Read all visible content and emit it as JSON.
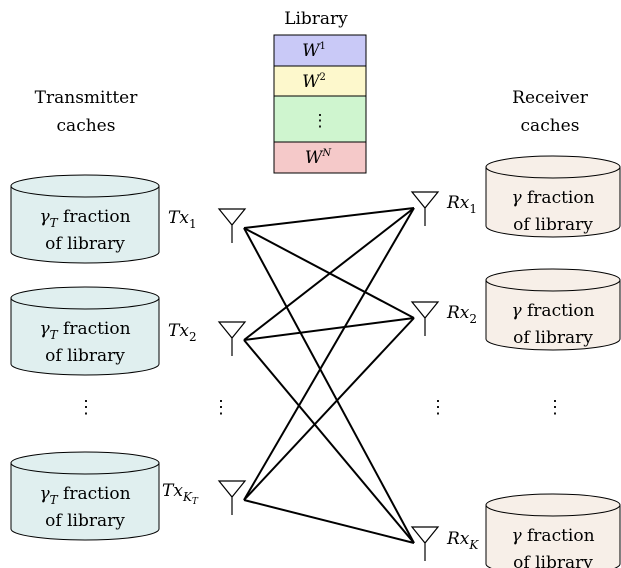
{
  "library": {
    "title": "Library",
    "items": [
      {
        "base": "W",
        "sup": "1",
        "color": "#c9c9f7"
      },
      {
        "base": "W",
        "sup": "2",
        "color": "#fdf8cc"
      },
      {
        "base": "",
        "sup": "",
        "text": "⋮",
        "color": "#cff5cf"
      },
      {
        "base": "W",
        "sup": "N",
        "color": "#f5c9c9"
      }
    ]
  },
  "transmitter": {
    "heading_line1": "Transmitter",
    "heading_line2": "caches",
    "cache_color": "#e0efef",
    "cache_line1_sym": "γ",
    "cache_line1_sub": "T",
    "cache_line1_rest": " fraction",
    "cache_line2": "of library",
    "antennas": [
      {
        "base": "Tx",
        "sub": "1",
        "subsub": ""
      },
      {
        "base": "Tx",
        "sub": "2",
        "subsub": ""
      },
      {
        "base": "Tx",
        "sub": "K",
        "subsub": "T"
      }
    ]
  },
  "receiver": {
    "heading_line1": "Receiver",
    "heading_line2": "caches",
    "cache_color": "#f7efe8",
    "cache_line1_sym": "γ",
    "cache_line1_rest": " fraction",
    "cache_line2": "of library",
    "antennas": [
      {
        "base": "Rx",
        "sub": "1"
      },
      {
        "base": "Rx",
        "sub": "2"
      },
      {
        "base": "Rx",
        "sub": "K"
      }
    ]
  },
  "ellipsis": "⋮"
}
